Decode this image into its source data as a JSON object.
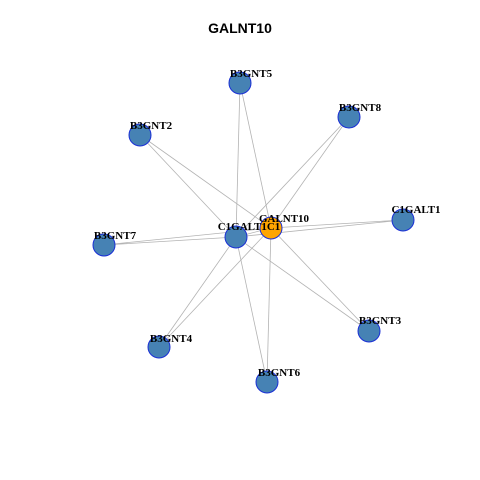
{
  "title": "GALNT10",
  "colors": {
    "hub": "#ffa500",
    "node": "#4682b4",
    "node_border": "#1a2fd6",
    "edge": "#b3b3b3"
  },
  "nodes": [
    {
      "id": "GALNT10",
      "label": "GALNT10",
      "role": "hub"
    },
    {
      "id": "C1GALT1C1",
      "label": "C1GALT1C1",
      "role": "node"
    },
    {
      "id": "B3GNT5",
      "label": "B3GNT5",
      "role": "node"
    },
    {
      "id": "B3GNT8",
      "label": "B3GNT8",
      "role": "node"
    },
    {
      "id": "B3GNT2",
      "label": "B3GNT2",
      "role": "node"
    },
    {
      "id": "C1GALT1",
      "label": "C1GALT1",
      "role": "node"
    },
    {
      "id": "B3GNT7",
      "label": "B3GNT7",
      "role": "node"
    },
    {
      "id": "B3GNT3",
      "label": "B3GNT3",
      "role": "node"
    },
    {
      "id": "B3GNT4",
      "label": "B3GNT4",
      "role": "node"
    },
    {
      "id": "B3GNT6",
      "label": "B3GNT6",
      "role": "node"
    }
  ],
  "edges": [
    [
      "GALNT10",
      "C1GALT1C1"
    ],
    [
      "GALNT10",
      "B3GNT5"
    ],
    [
      "GALNT10",
      "B3GNT8"
    ],
    [
      "GALNT10",
      "B3GNT2"
    ],
    [
      "GALNT10",
      "C1GALT1"
    ],
    [
      "GALNT10",
      "B3GNT7"
    ],
    [
      "GALNT10",
      "B3GNT3"
    ],
    [
      "GALNT10",
      "B3GNT4"
    ],
    [
      "GALNT10",
      "B3GNT6"
    ],
    [
      "C1GALT1C1",
      "B3GNT5"
    ],
    [
      "C1GALT1C1",
      "B3GNT8"
    ],
    [
      "C1GALT1C1",
      "B3GNT2"
    ],
    [
      "C1GALT1C1",
      "C1GALT1"
    ],
    [
      "C1GALT1C1",
      "B3GNT7"
    ],
    [
      "C1GALT1C1",
      "B3GNT3"
    ],
    [
      "C1GALT1C1",
      "B3GNT4"
    ],
    [
      "C1GALT1C1",
      "B3GNT6"
    ]
  ]
}
